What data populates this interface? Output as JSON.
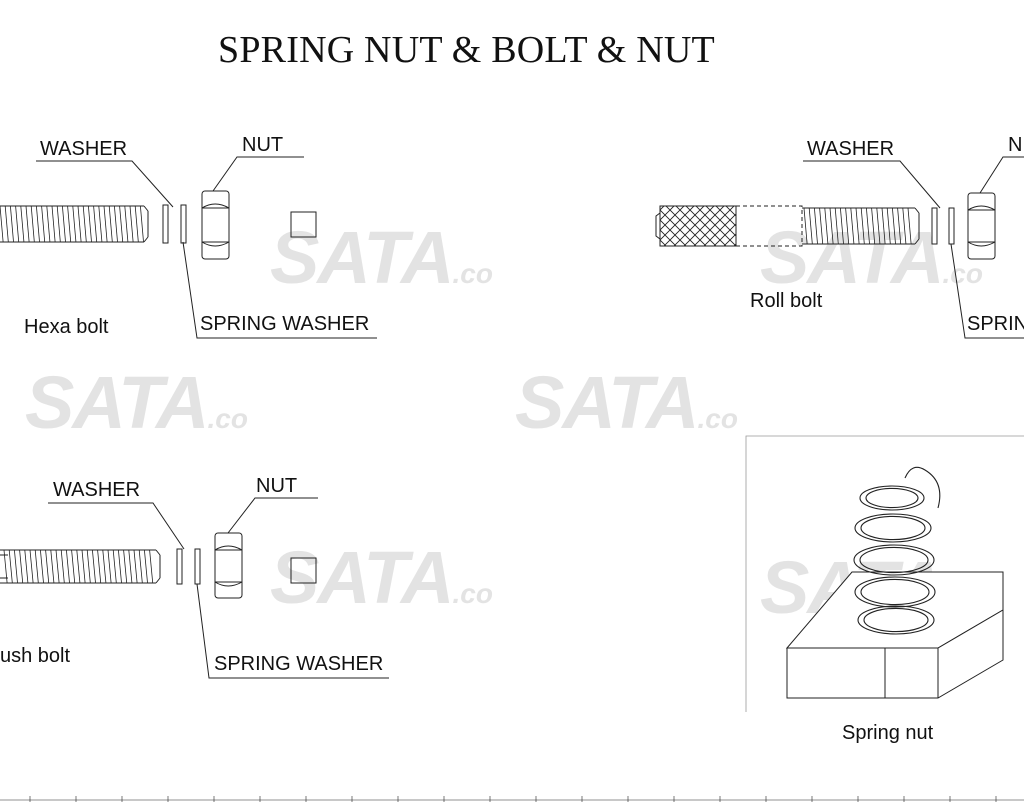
{
  "title": "SPRING NUT & BOLT & NUT",
  "watermark": {
    "brand": "SATA",
    "suffix": ".co"
  },
  "assemblies": {
    "hexa": {
      "bolt_label": "Hexa bolt",
      "washer_label": "WASHER",
      "nut_label": "NUT",
      "spring_washer_label": "SPRING WASHER"
    },
    "roll": {
      "bolt_label": "Roll bolt",
      "washer_label": "WASHER",
      "nut_label": "N",
      "spring_washer_label": "SPRIN"
    },
    "push": {
      "bolt_label": "ush bolt",
      "washer_label": "WASHER",
      "nut_label": "NUT",
      "spring_washer_label": "SPRING WASHER"
    }
  },
  "spring_nut": {
    "label": "Spring nut"
  }
}
